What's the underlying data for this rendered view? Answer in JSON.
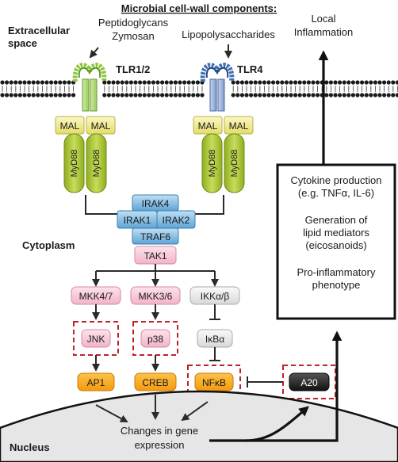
{
  "header": {
    "title": "Microbial cell-wall components:",
    "ligand_left_1": "Peptidoglycans",
    "ligand_left_2": "Zymosan",
    "ligand_right": "Lipopolysaccharides"
  },
  "compartments": {
    "extracellular_1": "Extracellular",
    "extracellular_2": "space",
    "cytoplasm": "Cytoplasm",
    "nucleus": "Nucleus"
  },
  "receptors": {
    "tlr12": "TLR1/2",
    "tlr4": "TLR4",
    "mal": "MAL",
    "myd88": "MyD88"
  },
  "complex": {
    "irak4": "IRAK4",
    "irak1": "IRAK1",
    "irak2": "IRAK2",
    "traf6": "TRAF6",
    "tak1": "TAK1"
  },
  "kinases": {
    "mkk47": "MKK4/7",
    "mkk36": "MKK3/6",
    "ikk": "IKKα/β",
    "jnk": "JNK",
    "p38": "p38",
    "ikba": "IκBα"
  },
  "transcription": {
    "ap1": "AP1",
    "creb": "CREB",
    "nfkb": "NFκB",
    "a20": "A20"
  },
  "outcome": {
    "gene_1": "Changes in gene",
    "gene_2": "expression",
    "local_1": "Local",
    "local_2": "Inflammation",
    "box_1a": "Cytokine production",
    "box_1b": "(e.g. TNFα, IL-6)",
    "box_2a": "Generation of",
    "box_2b": "lipid mediators",
    "box_2c": "(eicosanoids)",
    "box_3a": "Pro-inflammatory",
    "box_3b": "phenotype"
  },
  "colors": {
    "membrane": "#1a1a1a",
    "tlr12_coil": "#8cc63f",
    "tlr4_coil": "#3f6fb5",
    "mal": "#f3ef9a",
    "myd88": "#a9c52f",
    "irak": "#7fb9df",
    "tak1": "#f6c6d6",
    "gray_node": "#eeeeee",
    "orange_node": "#f7a21b",
    "a20": "#1e1e1e",
    "dashed_box": "#c0202a"
  }
}
